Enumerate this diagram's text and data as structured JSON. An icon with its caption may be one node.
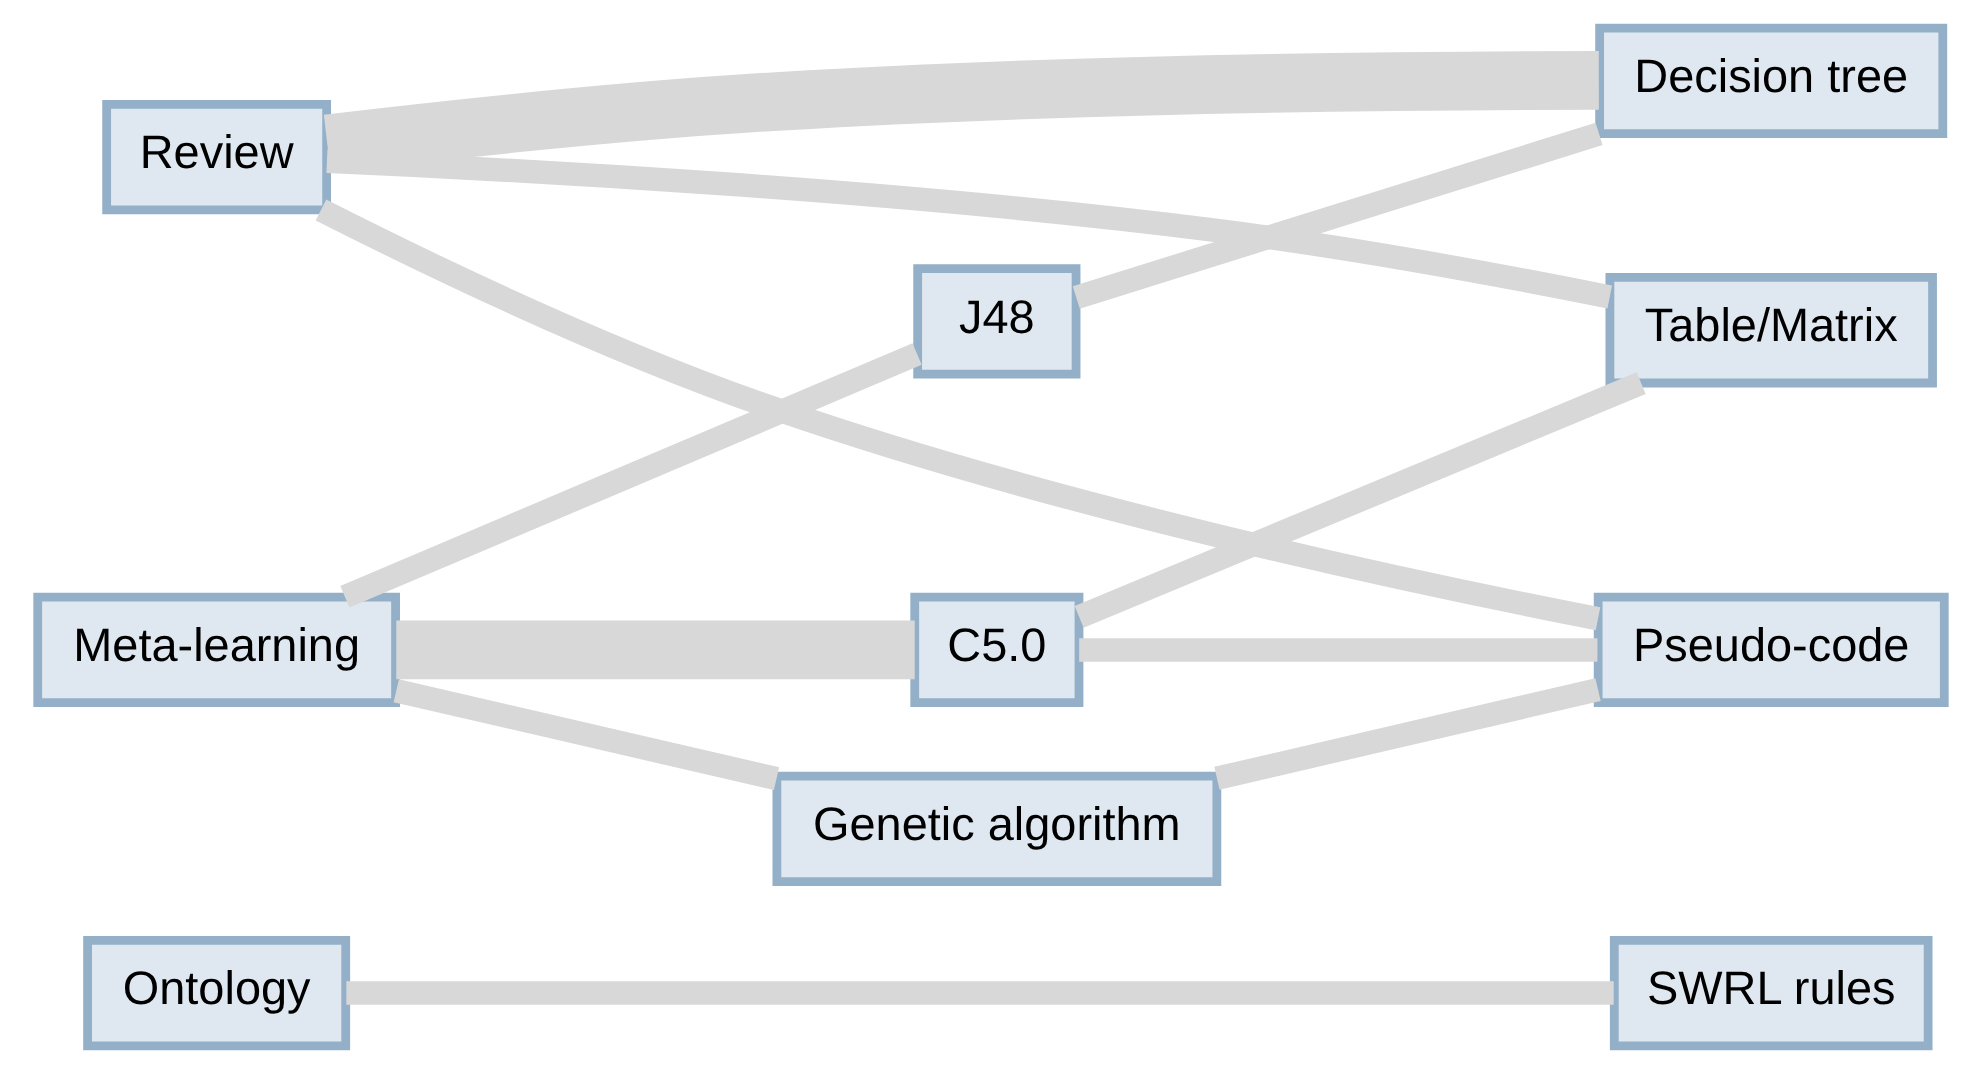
{
  "diagram": {
    "nodes": [
      {
        "text": [
          "Ontology"
        ]
      },
      {
        "text": [
          "Review"
        ]
      },
      {
        "text": [
          "Meta-learning"
        ]
      },
      {
        "text": [
          "J48"
        ]
      },
      {
        "text": [
          "C5.0"
        ]
      },
      {
        "text": [
          "Genetic algorithm"
        ]
      },
      {
        "text": [
          "SWRL rules"
        ]
      },
      {
        "text": [
          "Decision tree"
        ]
      },
      {
        "text": [
          "Table/Matrix"
        ]
      },
      {
        "text": [
          "Pseudo-code"
        ]
      }
    ],
    "edges": [
      {
        "from": 0,
        "to": 6,
        "arrow": "none"
      },
      {
        "from": 1,
        "to": 7,
        "arrow": "none",
        "style": "thick"
      },
      {
        "from": 1,
        "to": 8,
        "arrow": "none"
      },
      {
        "from": 1,
        "to": 9,
        "arrow": "none"
      },
      {
        "from": 2,
        "to": 3,
        "arrow": "none"
      },
      {
        "from": 2,
        "to": 4,
        "arrow": "none",
        "style": "thick"
      },
      {
        "from": 2,
        "to": 5,
        "arrow": "none"
      },
      {
        "from": 3,
        "to": 7,
        "arrow": "none"
      },
      {
        "from": 4,
        "to": 8,
        "arrow": "none"
      },
      {
        "from": 4,
        "to": 9,
        "arrow": "none"
      },
      {
        "from": 5,
        "to": 9,
        "arrow": "none"
      }
    ]
  }
}
